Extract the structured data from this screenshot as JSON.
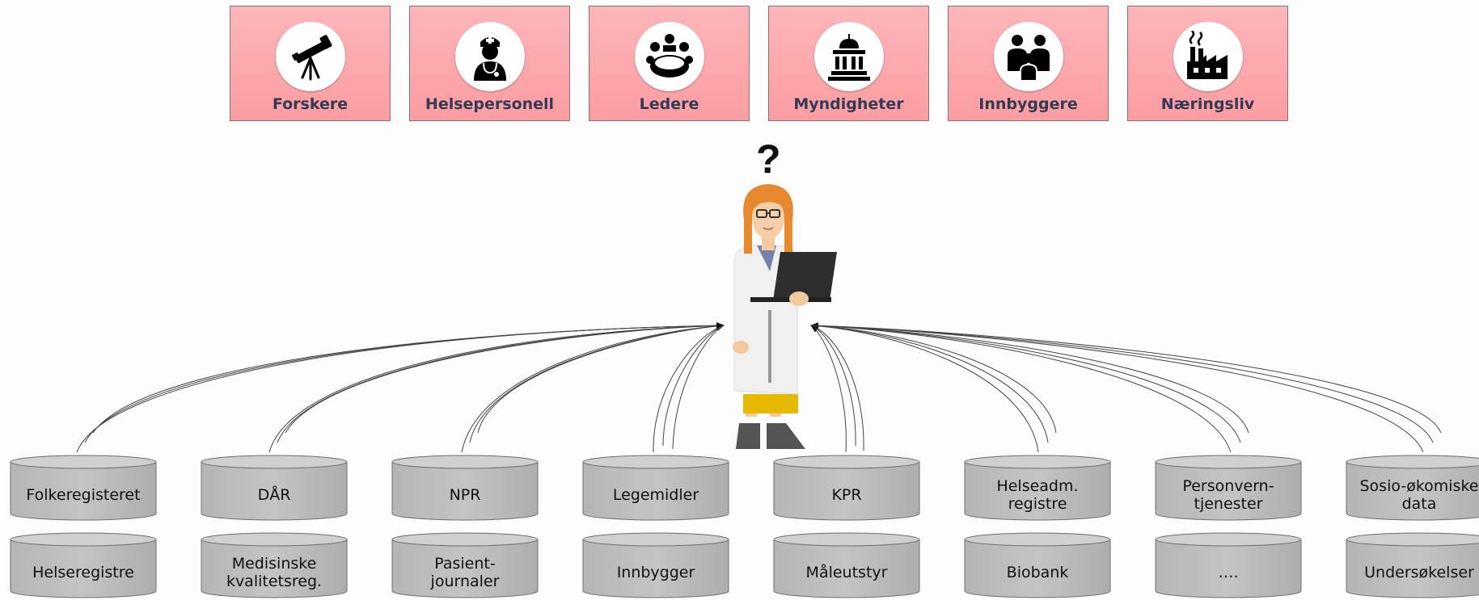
{
  "actors": [
    {
      "label": "Forskere",
      "icon": "telescope-icon"
    },
    {
      "label": "Helsepersonell",
      "icon": "nurse-icon"
    },
    {
      "label": "Ledere",
      "icon": "meeting-icon"
    },
    {
      "label": "Myndigheter",
      "icon": "government-building-icon"
    },
    {
      "label": "Innbyggere",
      "icon": "family-icon"
    },
    {
      "label": "Næringsliv",
      "icon": "factory-icon"
    }
  ],
  "center": {
    "question": "?",
    "figure": "researcher-with-laptop"
  },
  "sources_row1": [
    "Folkeregisteret",
    "DÅR",
    "NPR",
    "Legemidler",
    "KPR",
    "Helseadm.\nregistre",
    "Personvern-\ntjenester",
    "Sosio-økomiske\ndata"
  ],
  "sources_row2": [
    "Helseregistre",
    "Medisinske\nkvalitetsreg.",
    "Pasient-\njournaler",
    "Innbygger",
    "Måleutstyr",
    "Biobank",
    "….",
    "Undersøkelser"
  ],
  "colors": {
    "actor_box": "#fca5a9",
    "cylinder": "#bdbdbd",
    "hair": "#e8892f",
    "skirt": "#e6b800"
  }
}
